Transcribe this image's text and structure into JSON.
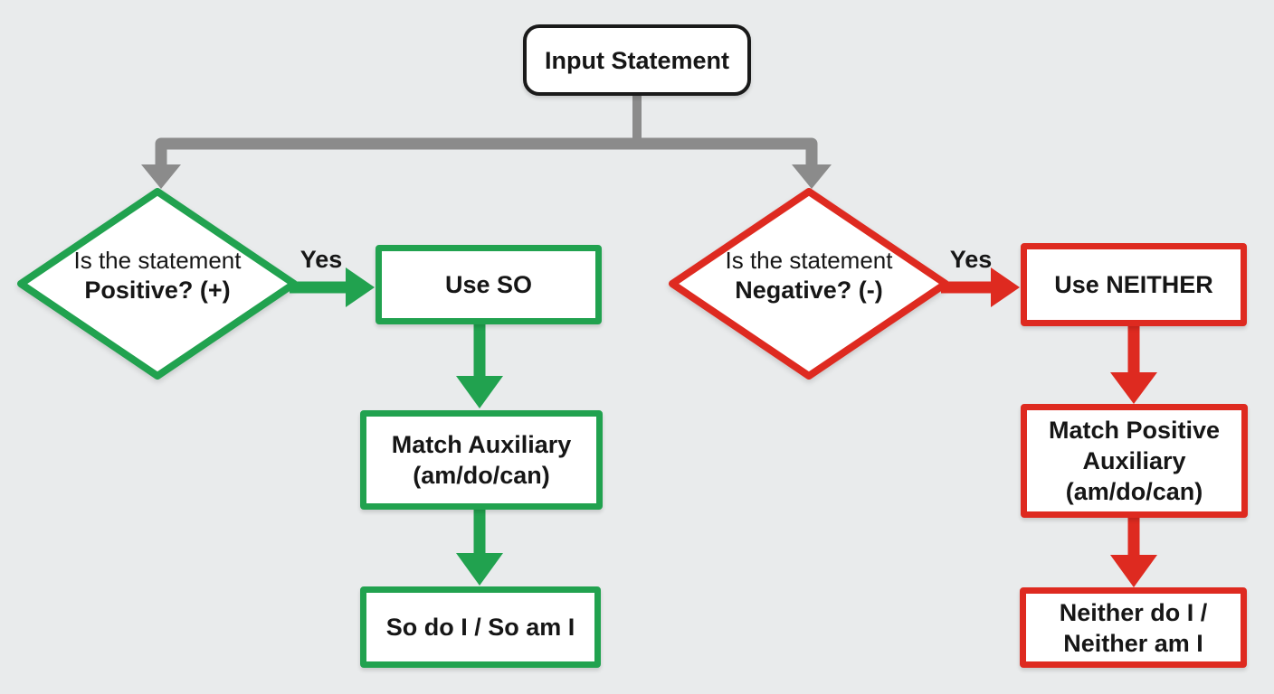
{
  "flowchart": {
    "root": {
      "label": "Input Statement"
    },
    "colors": {
      "green": "#21a24f",
      "red": "#de2a20",
      "connector_gray": "#8b8b8b",
      "background": "#e9ebec",
      "root_border": "#1a1a1a",
      "text": "#161616",
      "node_fill": "#ffffff"
    },
    "left_branch": {
      "decision": {
        "line1": "Is the statement",
        "line2": "Positive? (+)"
      },
      "edge_label": "Yes",
      "steps": [
        {
          "lines": [
            "Use SO"
          ]
        },
        {
          "lines": [
            "Match Auxiliary",
            "(am/do/can)"
          ]
        },
        {
          "lines": [
            "So do I / So am I"
          ]
        }
      ]
    },
    "right_branch": {
      "decision": {
        "line1": "Is the statement",
        "line2": "Negative? (-)"
      },
      "edge_label": "Yes",
      "steps": [
        {
          "lines": [
            "Use NEITHER"
          ]
        },
        {
          "lines": [
            "Match Positive",
            "Auxiliary",
            "(am/do/can)"
          ]
        },
        {
          "lines": [
            "Neither do I /",
            "Neither am I"
          ]
        }
      ]
    }
  }
}
